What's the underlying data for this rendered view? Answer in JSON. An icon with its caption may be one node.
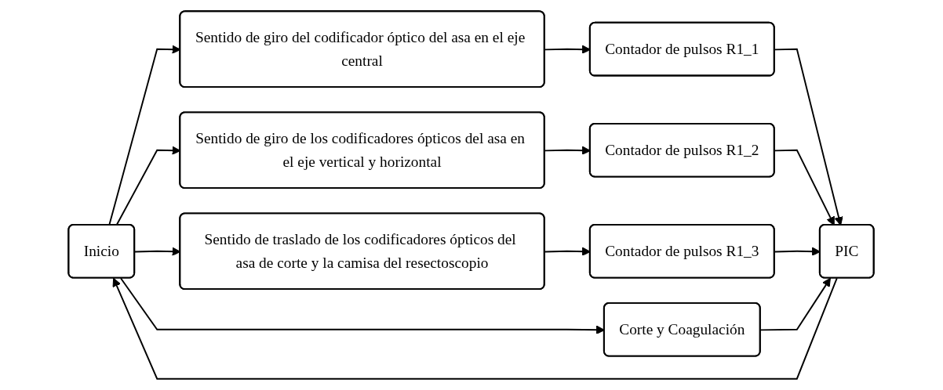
{
  "diagram": {
    "nodes": [
      {
        "text": [
          "Inicio"
        ]
      },
      {
        "text": [
          "Sentido de giro del codificador óptico del asa en el eje central"
        ]
      },
      {
        "text": [
          "Sentido de giro de los codificadores ópticos del asa en el eje vertical y horizontal"
        ]
      },
      {
        "text": [
          "Sentido de traslado de los codificadores ópticos del asa de corte y la camisa del resectoscopio"
        ]
      },
      {
        "text": [
          "Corte y Coagulación"
        ]
      },
      {
        "text": [
          "Contador de pulsos R1_1"
        ]
      },
      {
        "text": [
          "Contador de pulsos R1_2"
        ]
      },
      {
        "text": [
          "Contador de pulsos R1_3"
        ]
      },
      {
        "text": [
          "PIC"
        ]
      }
    ],
    "edges": [
      {
        "from": 0,
        "to": 1,
        "arrow": "to"
      },
      {
        "from": 0,
        "to": 2,
        "arrow": "to"
      },
      {
        "from": 0,
        "to": 3,
        "arrow": "to"
      },
      {
        "from": 0,
        "to": 4,
        "arrow": "to"
      },
      {
        "from": 1,
        "to": 5,
        "arrow": "to"
      },
      {
        "from": 2,
        "to": 6,
        "arrow": "to"
      },
      {
        "from": 3,
        "to": 7,
        "arrow": "to"
      },
      {
        "from": 5,
        "to": 8,
        "arrow": "to"
      },
      {
        "from": 6,
        "to": 8,
        "arrow": "to"
      },
      {
        "from": 7,
        "to": 8,
        "arrow": "to"
      },
      {
        "from": 4,
        "to": 8,
        "arrow": "to"
      },
      {
        "from": 8,
        "to": 0,
        "arrow": "to"
      }
    ]
  }
}
